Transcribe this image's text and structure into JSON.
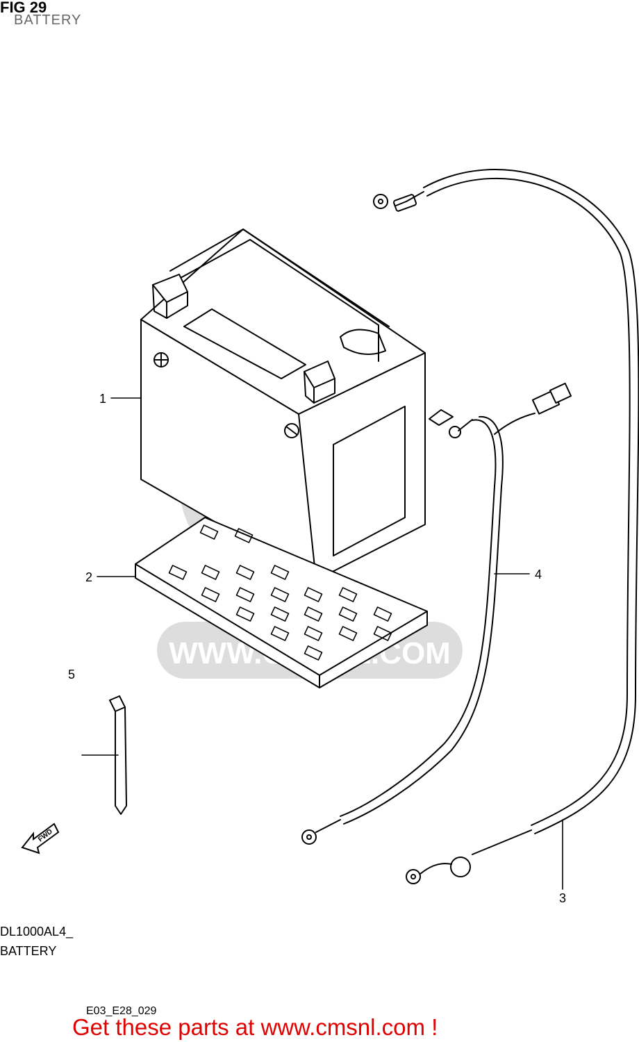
{
  "figure": {
    "title": "FIG 29",
    "subtitle": "BATTERY"
  },
  "callouts": {
    "c1": "1",
    "c2": "2",
    "c3": "3",
    "c4": "4",
    "c5": "5"
  },
  "forward_arrow_label": "FWD",
  "watermark_text": "WWW.CMSNL.COM",
  "model": {
    "code": "DL1000AL4_",
    "name": "BATTERY"
  },
  "diagram_code": "E03_E28_029",
  "cta": "Get these parts at www.cmsnl.com !"
}
